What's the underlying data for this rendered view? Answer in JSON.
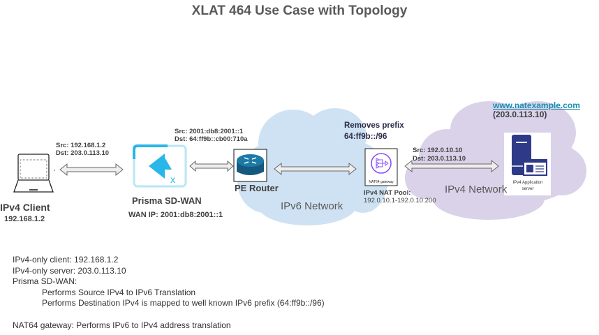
{
  "title": "XLAT 464 Use Case with Topology",
  "nodes": {
    "client": {
      "name": "IPv4 Client",
      "ip": "192.168.1.2"
    },
    "sdwan": {
      "name": "Prisma SD-WAN",
      "wan_ip": "WAN IP: 2001:db8:2001::1"
    },
    "pe_router": {
      "name": "PE Router"
    },
    "nat64": {
      "icon_label": "NAT64 gateway",
      "pool_label": "IPv4 NAT Pool:",
      "pool_range": "192.0.10.1-192.0.10.200",
      "note_line1": "Removes prefix",
      "note_line2": "64:ff9b::/96"
    },
    "server": {
      "icon_label_line1": "IPv4 Application",
      "icon_label_line2": "server",
      "url": "www.natexample.com",
      "ip": "(203.0.113.10)"
    }
  },
  "networks": {
    "ipv6": "IPv6 Network",
    "ipv4": "IPv4 Network"
  },
  "links": {
    "client_sdwan": {
      "src": "Src: 192.168.1.2",
      "dst": "Dst: 203.0.113.10"
    },
    "sdwan_router": {
      "src": "Src: 2001:db8:2001::1",
      "dst": "Dst: 64:ff9b::cb00:710a"
    },
    "nat_server": {
      "src": "Src: 192.0.10.10",
      "dst": "Dst: 203.0.113.10"
    }
  },
  "colors": {
    "ipv6_cloud": "#cfe2f3",
    "ipv4_cloud": "#d9d2e9",
    "sdwan_accent": "#29b6e8",
    "router_blue": "#1d6d93",
    "nat_purple": "#8c4fff",
    "server_navy": "#2e3a87",
    "link": "#1a8fb0"
  },
  "notes": {
    "line1": "IPv4-only client: 192.168.1.2",
    "line2": "IPv4-only server: 203.0.113.10",
    "line3": "Prisma SD-WAN:",
    "line4": "Performs Source IPv4 to IPv6 Translation",
    "line5": "Performs Destination IPv4 is mapped to well known IPv6 prefix (64:ff9b::/96)",
    "line6": "NAT64 gateway: Performs IPv6 to IPv4 address translation"
  }
}
